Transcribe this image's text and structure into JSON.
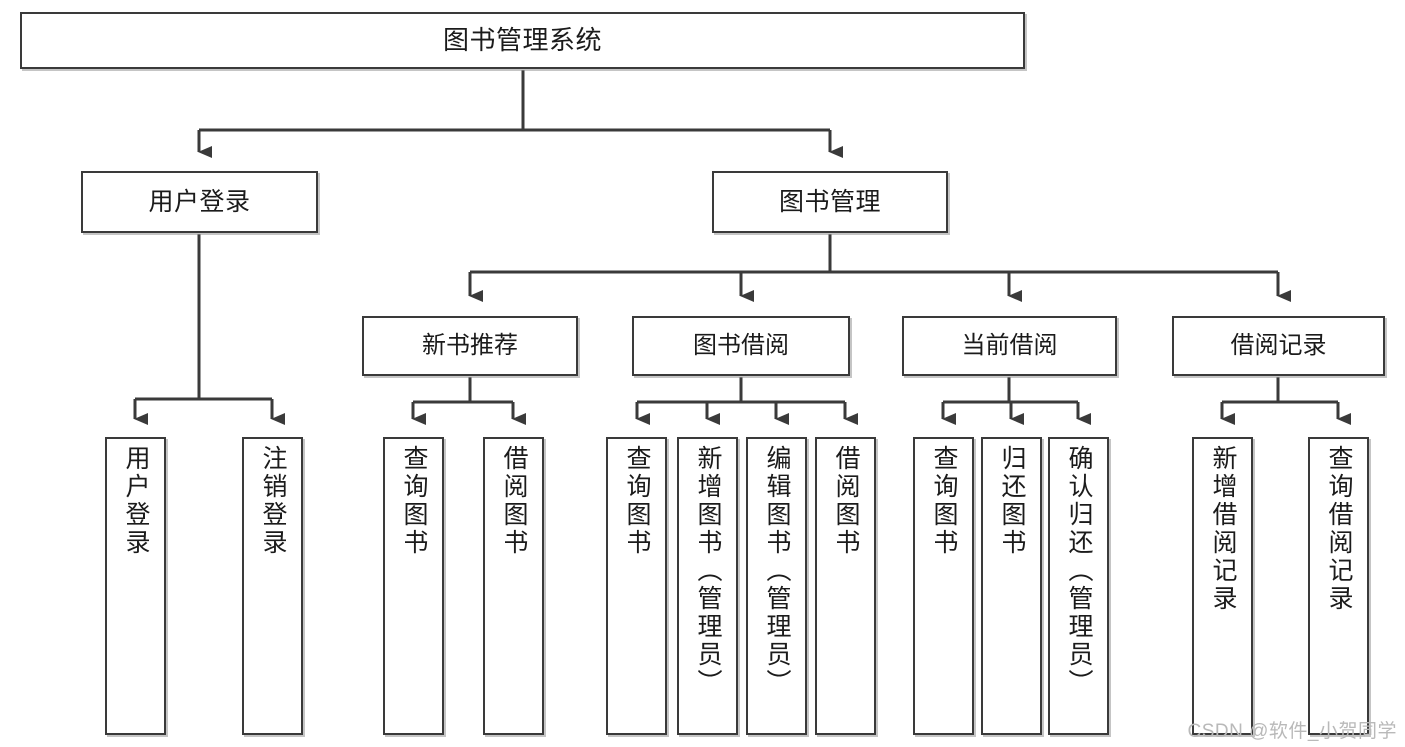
{
  "diagram": {
    "title": "图书管理系统",
    "type": "tree-hierarchy-diagram",
    "colors": {
      "box_border": "#3a3a3a",
      "box_fill": "#ffffff",
      "connector": "#3a3a3a",
      "text": "#1b1b1b",
      "watermark": "#b9b9b9",
      "background": "#ffffff"
    },
    "levels": {
      "root": "图书管理系统",
      "level2": [
        "用户登录",
        "图书管理"
      ],
      "level3": [
        "新书推荐",
        "图书借阅",
        "当前借阅",
        "借阅记录"
      ]
    },
    "nodes": {
      "root": {
        "label": "图书管理系统"
      },
      "user_login": {
        "label": "用户登录"
      },
      "book_manage": {
        "label": "图书管理"
      },
      "new_book_rec": {
        "label": "新书推荐"
      },
      "book_borrow": {
        "label": "图书借阅"
      },
      "current_borrow": {
        "label": "当前借阅"
      },
      "borrow_record": {
        "label": "借阅记录"
      },
      "leaf_user_login": {
        "label": "用户登录"
      },
      "leaf_logout": {
        "label": "注销登录"
      },
      "leaf_query_book_1": {
        "label": "查询图书"
      },
      "leaf_borrow_book_1": {
        "label": "借阅图书"
      },
      "leaf_query_book_2": {
        "label": "查询图书"
      },
      "leaf_add_book": {
        "label": "新增图书（管理员）"
      },
      "leaf_edit_book": {
        "label": "编辑图书（管理员）"
      },
      "leaf_borrow_book_2": {
        "label": "借阅图书"
      },
      "leaf_query_book_3": {
        "label": "查询图书"
      },
      "leaf_return_book": {
        "label": "归还图书"
      },
      "leaf_confirm_return": {
        "label": "确认归还（管理员）"
      },
      "leaf_add_record": {
        "label": "新增借阅记录"
      },
      "leaf_query_record": {
        "label": "查询借阅记录"
      }
    },
    "edges": [
      {
        "from": "图书管理系统",
        "to": "用户登录"
      },
      {
        "from": "图书管理系统",
        "to": "图书管理"
      },
      {
        "from": "用户登录",
        "to": "用户登录"
      },
      {
        "from": "用户登录",
        "to": "注销登录"
      },
      {
        "from": "图书管理",
        "to": "新书推荐"
      },
      {
        "from": "图书管理",
        "to": "图书借阅"
      },
      {
        "from": "图书管理",
        "to": "当前借阅"
      },
      {
        "from": "图书管理",
        "to": "借阅记录"
      },
      {
        "from": "新书推荐",
        "to": "查询图书"
      },
      {
        "from": "新书推荐",
        "to": "借阅图书"
      },
      {
        "from": "图书借阅",
        "to": "查询图书"
      },
      {
        "from": "图书借阅",
        "to": "新增图书（管理员）"
      },
      {
        "from": "图书借阅",
        "to": "编辑图书（管理员）"
      },
      {
        "from": "图书借阅",
        "to": "借阅图书"
      },
      {
        "from": "当前借阅",
        "to": "查询图书"
      },
      {
        "from": "当前借阅",
        "to": "归还图书"
      },
      {
        "from": "当前借阅",
        "to": "确认归还（管理员）"
      },
      {
        "from": "借阅记录",
        "to": "新增借阅记录"
      },
      {
        "from": "借阅记录",
        "to": "查询借阅记录"
      }
    ]
  },
  "watermark": {
    "text": "CSDN @软件_小贺同学"
  }
}
